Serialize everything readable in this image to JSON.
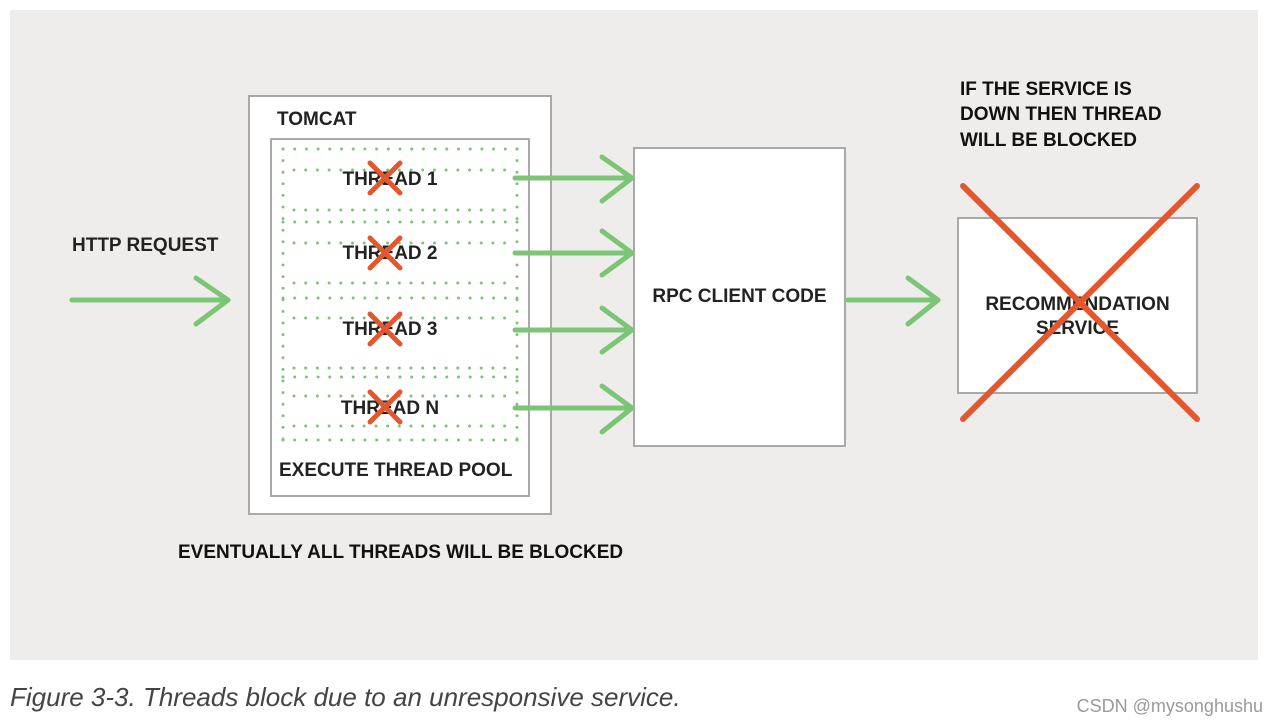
{
  "labels": {
    "http_request": "HTTP REQUEST",
    "tomcat": "TOMCAT",
    "threads": [
      "THREAD 1",
      "THREAD 2",
      "THREAD 3",
      "THREAD N"
    ],
    "thread_pool": "EXECUTE THREAD POOL",
    "rpc_client": "RPC CLIENT CODE",
    "recommendation_line1": "RECOMMENDATION",
    "recommendation_line2": "SERVICE",
    "warning_line1": "IF THE SERVICE IS",
    "warning_line2": "DOWN THEN THREAD",
    "warning_line3": "WILL BE BLOCKED",
    "eventually": "EVENTUALLY ALL THREADS WILL BE BLOCKED"
  },
  "caption": "Figure 3-3. Threads block due to an unresponsive service.",
  "watermark": "CSDN @mysonghushu",
  "colors": {
    "arrow_green": "#7cc576",
    "cross_red": "#e4572e",
    "background": "#eeedeb",
    "box_border": "#a9a9a9"
  }
}
